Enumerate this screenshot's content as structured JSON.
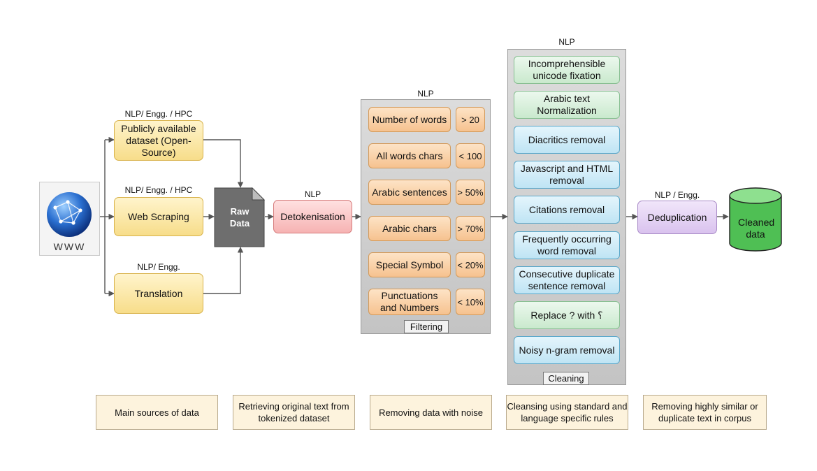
{
  "source": {
    "www_label": "WWW"
  },
  "sources": [
    {
      "tag": "NLP/ Engg. / HPC",
      "label": "Publicly available dataset (Open-Source)"
    },
    {
      "tag": "NLP/ Engg. / HPC",
      "label": "Web Scraping"
    },
    {
      "tag": "NLP/ Engg.",
      "label": "Translation"
    }
  ],
  "raw_data": {
    "label": "Raw Data"
  },
  "detok": {
    "tag": "NLP",
    "label": "Detokenisation"
  },
  "filtering": {
    "tag": "NLP",
    "title": "Filtering",
    "rules": [
      {
        "label": "Number of words",
        "threshold": "> 20"
      },
      {
        "label": "All words chars",
        "threshold": "< 100"
      },
      {
        "label": "Arabic sentences",
        "threshold": "> 50%"
      },
      {
        "label": "Arabic chars",
        "threshold": "> 70%"
      },
      {
        "label": "Special Symbol",
        "threshold": "< 20%"
      },
      {
        "label": "Punctuations and Numbers",
        "threshold": "< 10%"
      }
    ]
  },
  "cleaning": {
    "tag": "NLP",
    "title": "Cleaning",
    "steps": [
      {
        "label": "Incomprehensible unicode fixation",
        "color": "green"
      },
      {
        "label": "Arabic text Normalization",
        "color": "green"
      },
      {
        "label": "Diacritics removal",
        "color": "blue"
      },
      {
        "label": "Javascript and HTML removal",
        "color": "blue"
      },
      {
        "label": "Citations removal",
        "color": "blue"
      },
      {
        "label": "Frequently occurring word removal",
        "color": "blue"
      },
      {
        "label": "Consecutive duplicate sentence removal",
        "color": "blue"
      },
      {
        "label": "Replace ? with ؟",
        "color": "green"
      },
      {
        "label": "Noisy n-gram removal",
        "color": "blue"
      }
    ]
  },
  "dedup": {
    "tag": "NLP / Engg.",
    "label": "Deduplication"
  },
  "output": {
    "label": "Cleaned data"
  },
  "notes": [
    "Main sources of data",
    "Retrieving original text from tokenized dataset",
    "Removing data with noise",
    "Cleansing using standard and language specific rules",
    "Removing highly similar or duplicate text in corpus"
  ],
  "colors": {
    "wire": "#555555",
    "raw_data": "#6e6e6e",
    "cylinder": "#4fbf54",
    "globe": "#2a6fd0"
  }
}
